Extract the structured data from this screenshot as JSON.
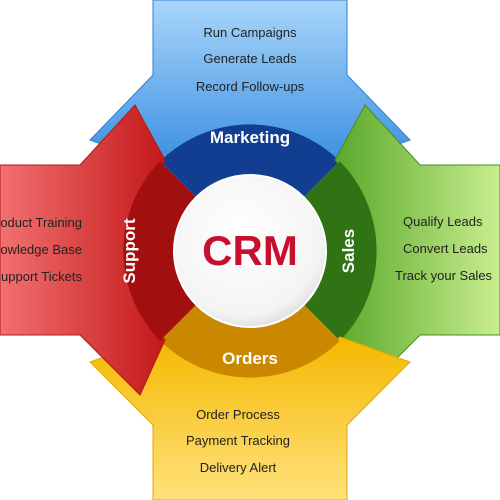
{
  "center": {
    "label": "CRM",
    "color": "#c8102e"
  },
  "segments": {
    "marketing": {
      "label": "Marketing",
      "colors": {
        "panel": "#2f7fd6",
        "panel_light": "#8cc4f5",
        "ring": "#103a8c"
      },
      "items": [
        "Run Campaigns",
        "Generate Leads",
        "Record Follow-ups"
      ]
    },
    "sales": {
      "label": "Sales",
      "colors": {
        "panel": "#3f8f1f",
        "panel_light": "#9fd36a",
        "ring": "#2d6e12"
      },
      "items": [
        "Qualify Leads",
        "Convert Leads",
        "Track your Sales"
      ]
    },
    "orders": {
      "label": "Orders",
      "colors": {
        "panel": "#f2b705",
        "panel_light": "#ffe07a",
        "ring": "#c98600"
      },
      "items": [
        "Order Process",
        "Payment Tracking",
        "Delivery Alert"
      ]
    },
    "support": {
      "label": "Support",
      "colors": {
        "panel": "#c81e1e",
        "panel_light": "#f06060",
        "ring": "#9e0f0f"
      },
      "items": [
        "Product Training",
        "Knowledge Base",
        "Support Tickets"
      ]
    }
  }
}
